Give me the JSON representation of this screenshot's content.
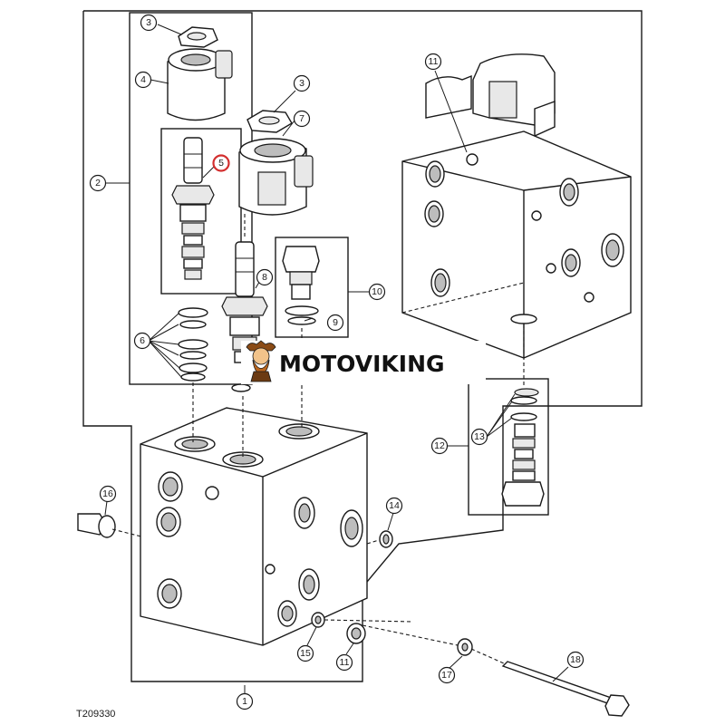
{
  "diagram_code": "T209330",
  "watermark": {
    "text": "MOTOVIKING"
  },
  "colors": {
    "line": "#1a1a1a",
    "highlight_ring": "#d32f2f",
    "watermark_bg": "#ffffff"
  },
  "callouts": {
    "c1": "1",
    "c2": "2",
    "c3a": "3",
    "c3b": "3",
    "c4": "4",
    "c5": "5",
    "c6": "6",
    "c7": "7",
    "c8": "8",
    "c9": "9",
    "c10": "10",
    "c11a": "11",
    "c11b": "11",
    "c12": "12",
    "c13": "13",
    "c14": "14",
    "c15": "15",
    "c16": "16",
    "c17": "17",
    "c18": "18"
  },
  "highlighted_callout": "5"
}
